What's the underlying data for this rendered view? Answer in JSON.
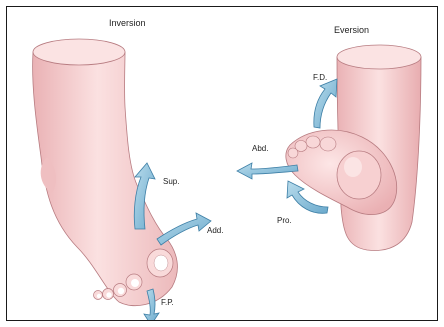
{
  "panels": {
    "left": {
      "title": "Inversion",
      "labels": {
        "supination": "Sup.",
        "adduction": "Add.",
        "flexion": "F.P."
      }
    },
    "right": {
      "title": "Eversion",
      "labels": {
        "dorsiflexion": "F.D.",
        "abduction": "Abd.",
        "pronation": "Pro."
      }
    }
  },
  "colors": {
    "skin": "#f7d3d3",
    "skin_shadow": "#e9aeb0",
    "skin_outline": "#b77b80",
    "arrow_fill": "#8fc3dc",
    "arrow_outline": "#3d7fa6",
    "border": "#1a1a1a"
  }
}
